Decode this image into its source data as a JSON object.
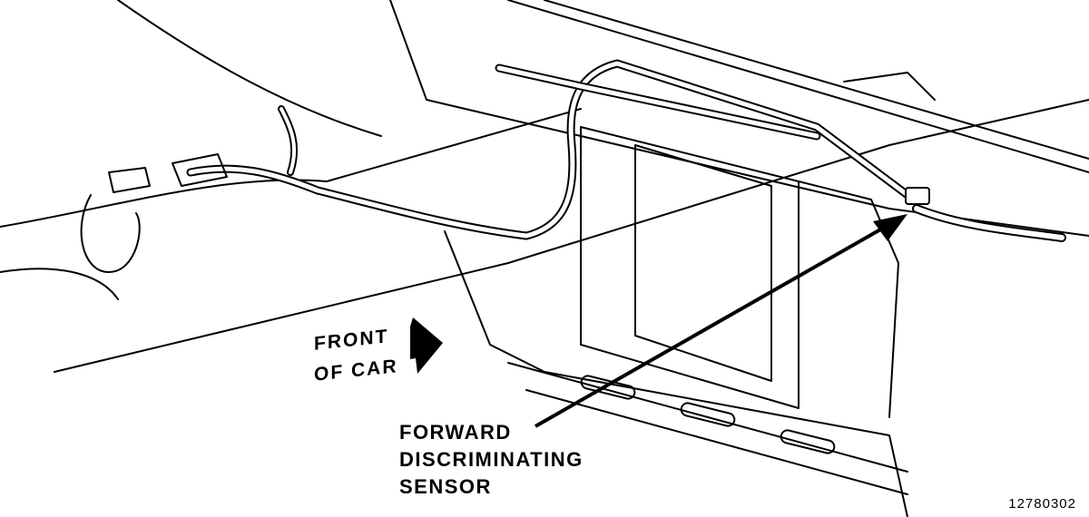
{
  "labels": {
    "front_line1": "FRONT",
    "front_line2": "OF CAR",
    "sensor_line1": "FORWARD",
    "sensor_line2": "DISCRIMINATING",
    "sensor_line3": "SENSOR",
    "figure_number": "12780302"
  },
  "colors": {
    "ink": "#000000",
    "paper": "#ffffff"
  }
}
